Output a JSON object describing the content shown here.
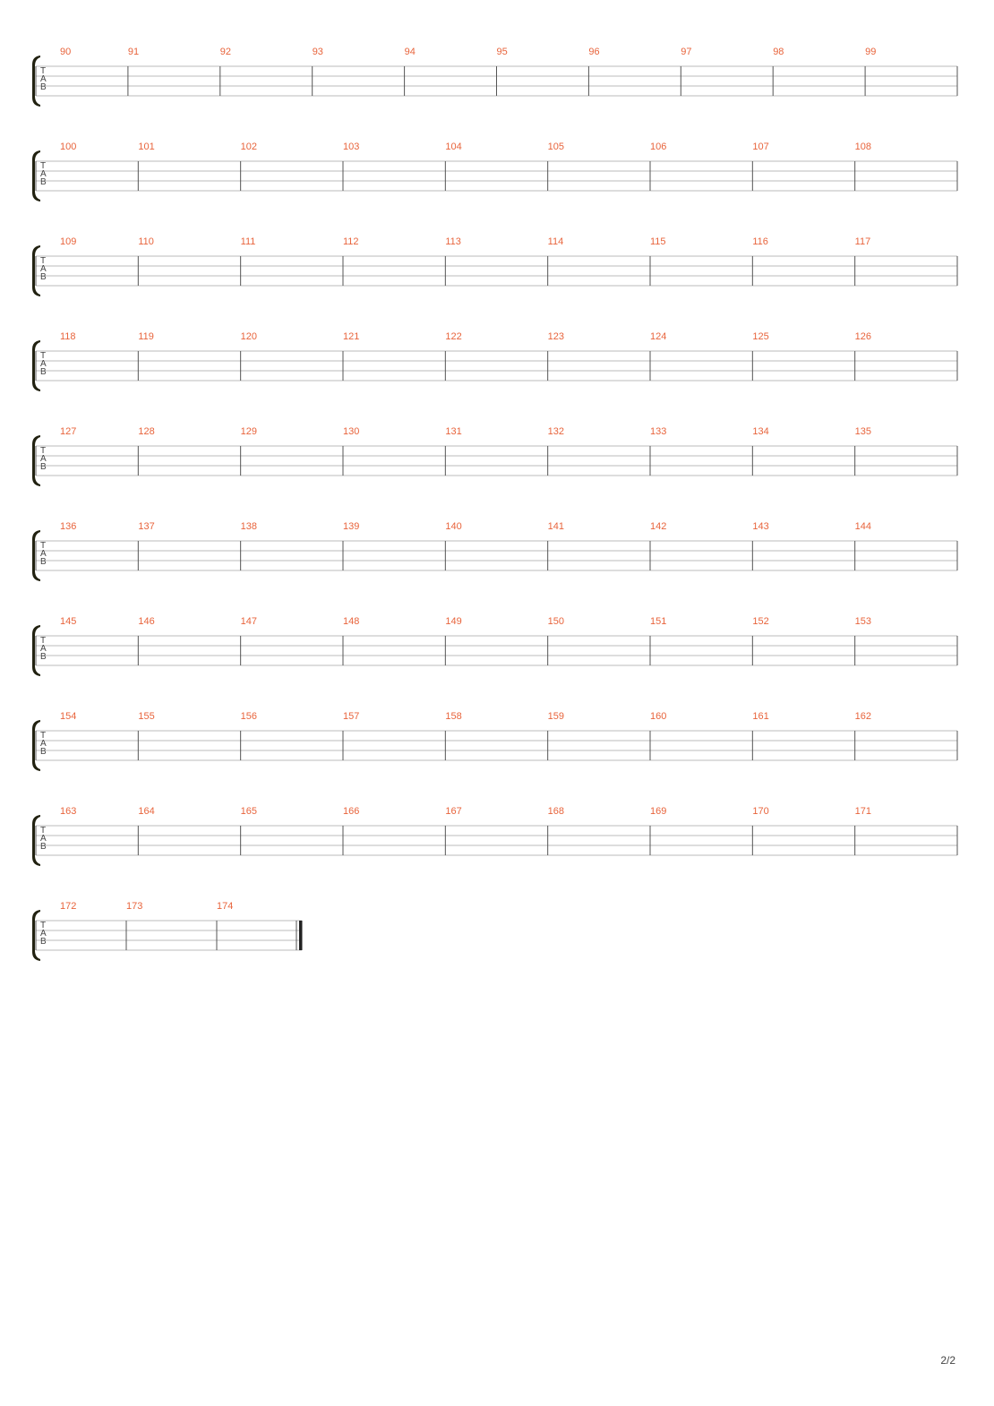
{
  "colors": {
    "measure_number": "#e8643c",
    "staff_line": "#bbbbbb",
    "barline": "#555555",
    "brace": "#222211",
    "tab_letters": "#444444"
  },
  "tab_clef": [
    "T",
    "A",
    "B"
  ],
  "systems": [
    {
      "measures": [
        "90",
        "91",
        "92",
        "93",
        "94",
        "95",
        "96",
        "97",
        "98",
        "99"
      ],
      "final": false
    },
    {
      "measures": [
        "100",
        "101",
        "102",
        "103",
        "104",
        "105",
        "106",
        "107",
        "108"
      ],
      "final": false
    },
    {
      "measures": [
        "109",
        "110",
        "111",
        "112",
        "113",
        "114",
        "115",
        "116",
        "117"
      ],
      "final": false
    },
    {
      "measures": [
        "118",
        "119",
        "120",
        "121",
        "122",
        "123",
        "124",
        "125",
        "126"
      ],
      "final": false
    },
    {
      "measures": [
        "127",
        "128",
        "129",
        "130",
        "131",
        "132",
        "133",
        "134",
        "135"
      ],
      "final": false
    },
    {
      "measures": [
        "136",
        "137",
        "138",
        "139",
        "140",
        "141",
        "142",
        "143",
        "144"
      ],
      "final": false
    },
    {
      "measures": [
        "145",
        "146",
        "147",
        "148",
        "149",
        "150",
        "151",
        "152",
        "153"
      ],
      "final": false
    },
    {
      "measures": [
        "154",
        "155",
        "156",
        "157",
        "158",
        "159",
        "160",
        "161",
        "162"
      ],
      "final": false
    },
    {
      "measures": [
        "163",
        "164",
        "165",
        "166",
        "167",
        "168",
        "169",
        "170",
        "171"
      ],
      "final": false
    },
    {
      "measures": [
        "172",
        "173",
        "174"
      ],
      "final": true
    }
  ],
  "page_number": "2/2"
}
